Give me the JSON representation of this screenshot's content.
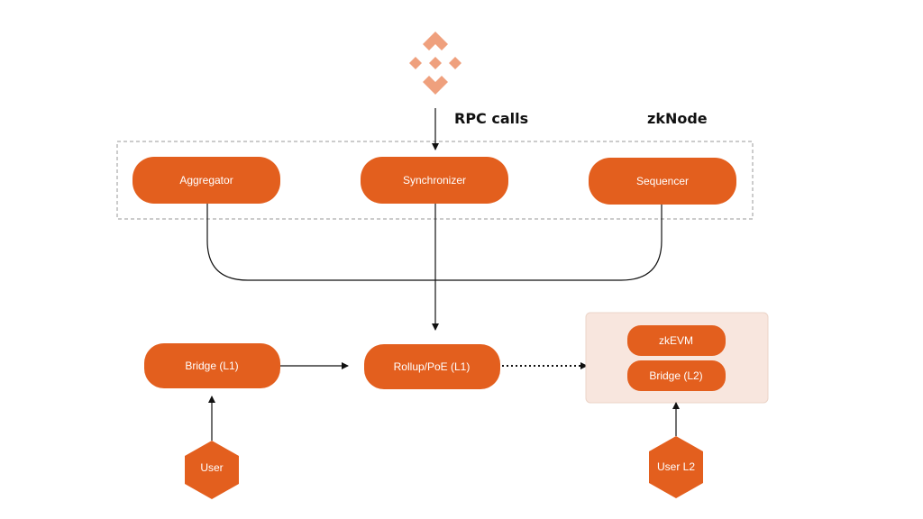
{
  "headings": {
    "rpc_calls": "RPC calls",
    "zknode": "zkNode"
  },
  "nodes": {
    "aggregator": "Aggregator",
    "synchronizer": "Synchronizer",
    "sequencer": "Sequencer",
    "bridge_l1": "Bridge (L1)",
    "rollup_poe": "Rollup/PoE (L1)",
    "zkevm": "zkEVM",
    "bridge_l2": "Bridge (L2)",
    "user": "User",
    "user_l2": "User L2"
  },
  "icons": {
    "top_logo": "binance-logo-icon"
  },
  "colors": {
    "node_fill": "#E35F1E",
    "logo_fill": "#EFA07D",
    "panel_fill": "#F8E6DE",
    "line": "#111111",
    "dashed_border": "#9A9A9A"
  }
}
